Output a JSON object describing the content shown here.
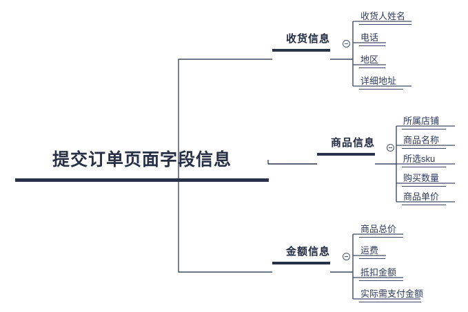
{
  "diagram": {
    "type": "mindmap",
    "root": {
      "label": "提交订单页面字段信息"
    },
    "branches": [
      {
        "label": "收货信息",
        "toggle_icon": "collapse-minus-circle-icon",
        "children": [
          {
            "label": "收货人姓名"
          },
          {
            "label": "电话"
          },
          {
            "label": "地区"
          },
          {
            "label": "详细地址"
          }
        ]
      },
      {
        "label": "商品信息",
        "toggle_icon": "collapse-minus-circle-icon",
        "children": [
          {
            "label": "所属店铺"
          },
          {
            "label": "商品名称"
          },
          {
            "label": "所选sku"
          },
          {
            "label": "购买数量"
          },
          {
            "label": "商品单价"
          }
        ]
      },
      {
        "label": "金额信息",
        "toggle_icon": "collapse-minus-circle-icon",
        "children": [
          {
            "label": "商品总价"
          },
          {
            "label": "运费"
          },
          {
            "label": "抵扣金额"
          },
          {
            "label": "实际需支付金额"
          }
        ]
      }
    ],
    "colors": {
      "root_text": "#262f45",
      "branch_text": "#1f2a40",
      "leaf_text": "#2c3a5e",
      "line": "#27324a",
      "background": "#ffffff"
    }
  }
}
